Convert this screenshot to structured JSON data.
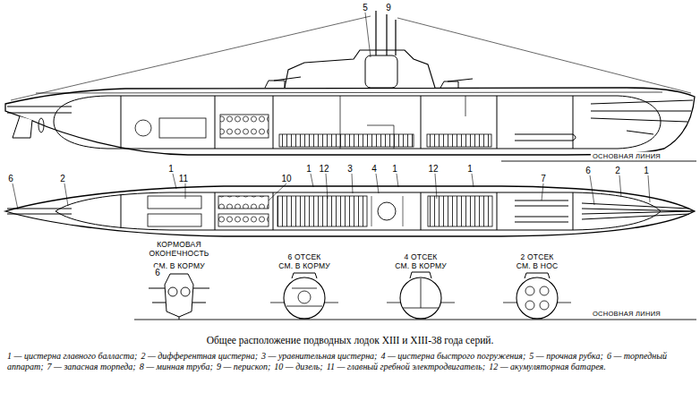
{
  "diagram": {
    "caption": "Общее расположение подводных лодок XIII и XIII-38 года серий.",
    "labels": [
      "5",
      "9",
      "ОСНОВНАЯ ЛИНИЯ",
      "1",
      "1",
      "12",
      "3",
      "4",
      "1",
      "12",
      "1",
      "6",
      "2",
      "1",
      "6",
      "2",
      "11",
      "10",
      "7",
      "КОРМОВАЯ ОКОНЕЧНОСТЬ",
      "СМ. В КОРМУ",
      "6",
      "6 ОТСЕК",
      "СМ. В КОРМУ",
      "4 ОТСЕК",
      "СМ. В КОРМУ",
      "2 ОТСЕК",
      "СМ. В НОС",
      "ОСНОВНАЯ ЛИНИЯ",
      "1 — цистерна главного балласта;",
      "2 — дифферентная цистерна;",
      "3 — уравнительная цистерна;",
      "4 — цистерна быстрого погружения;",
      "5 — прочная рубка;",
      "6 — торпедный аппарат;",
      "7 — запасная торпеда;",
      "8 — минная труба;",
      "9 — перископ;",
      "10 — дизель;",
      "11 — главный гребной электродвигатель;",
      "12 — акумуляторная батарея."
    ]
  }
}
